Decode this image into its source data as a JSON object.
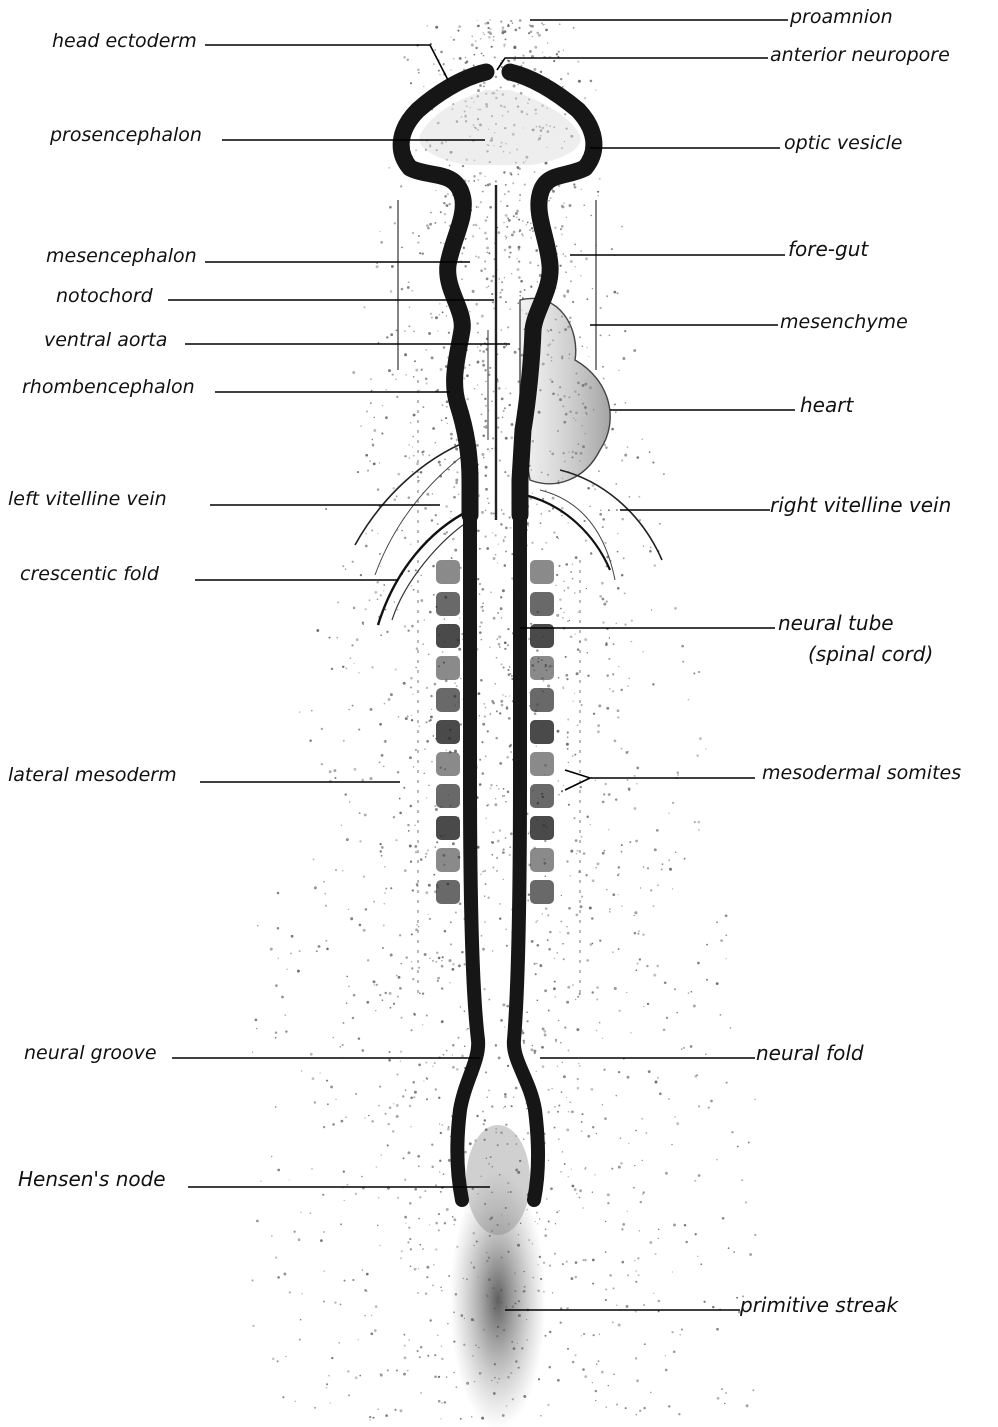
{
  "labels": {
    "proamnion": "proamnion",
    "head_ectoderm": "head ectoderm",
    "anterior_neuropore": "anterior neuropore",
    "prosencephalon": "prosencephalon",
    "optic_vesicle": "optic vesicle",
    "mesencephalon": "mesencephalon",
    "fore_gut": "fore-gut",
    "notochord": "notochord",
    "mesenchyme": "mesenchyme",
    "ventral_aorta": "ventral aorta",
    "rhombencephalon": "rhombencephalon",
    "heart": "heart",
    "left_vitelline_vein": "left vitelline vein",
    "right_vitelline_vein": "right vitelline vein",
    "crescentic_fold": "crescentic fold",
    "neural_tube_1": "neural tube",
    "neural_tube_2": "(spinal cord)",
    "lateral_mesoderm": "lateral mesoderm",
    "mesodermal_somites": "mesodermal somites",
    "neural_groove": "neural groove",
    "neural_fold": "neural fold",
    "hensens_node": "Hensen's node",
    "primitive_streak": "primitive streak"
  },
  "colors": {
    "ink": "#111111",
    "stipple": "#555555",
    "background": "#ffffff"
  }
}
